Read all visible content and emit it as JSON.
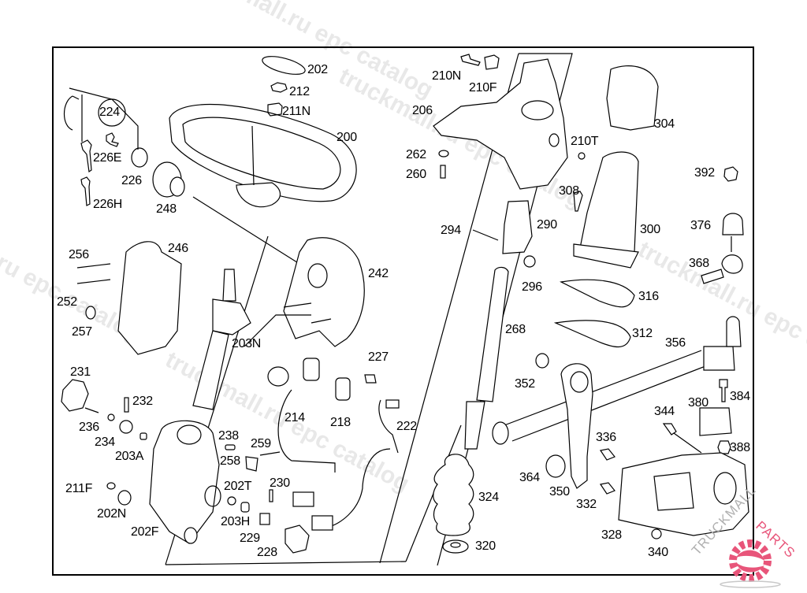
{
  "diagram": {
    "type": "exploded-parts-diagram",
    "subject": "steering wheel, steering column and steering linkage"
  },
  "watermarks": [
    "truckmall.ru epc catalog",
    "truckmall.ru epc catalog",
    "truckmall.ru epc catalog",
    "truckmall.ru epc catalog",
    "truckmall.ru epc catalog"
  ],
  "logo": {
    "text_left": "TRUCKMALL",
    "text_right": "PARTS",
    "color_gray": "#b0b0b0",
    "color_accent": "#e8557a"
  },
  "parts": {
    "p224": "224",
    "p226E": "226E",
    "p226": "226",
    "p226H": "226H",
    "p248": "248",
    "p202": "202",
    "p212": "212",
    "p211N": "211N",
    "p200": "200",
    "p210N": "210N",
    "p210F": "210F",
    "p206": "206",
    "p262": "262",
    "p260": "260",
    "p210T": "210T",
    "p308": "308",
    "p304": "304",
    "p392": "392",
    "p294": "294",
    "p290": "290",
    "p300": "300",
    "p376": "376",
    "p368": "368",
    "p296": "296",
    "p316": "316",
    "p312": "312",
    "p268": "268",
    "p356": "356",
    "p352": "352",
    "p384": "384",
    "p380": "380",
    "p344": "344",
    "p388": "388",
    "p336": "336",
    "p364": "364",
    "p350": "350",
    "p332": "332",
    "p324": "324",
    "p328": "328",
    "p340": "340",
    "p320": "320",
    "p256": "256",
    "p246": "246",
    "p252": "252",
    "p257": "257",
    "p242": "242",
    "p203N": "203N",
    "p227": "227",
    "p231": "231",
    "p232": "232",
    "p236": "236",
    "p234": "234",
    "p203A": "203A",
    "p214": "214",
    "p218": "218",
    "p222": "222",
    "p238": "238",
    "p259": "259",
    "p258": "258",
    "p202T": "202T",
    "p230": "230",
    "p211F": "211F",
    "p202N": "202N",
    "p203H": "203H",
    "p229": "229",
    "p202F": "202F",
    "p228": "228"
  }
}
